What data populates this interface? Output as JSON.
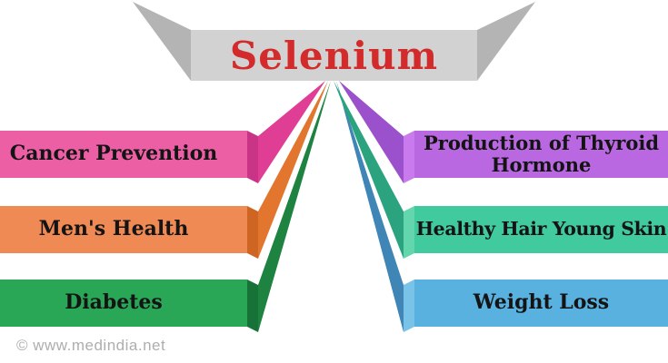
{
  "title": {
    "text": "Selenium",
    "color": "#d32b2b"
  },
  "banner": {
    "panel_color": "#d2d2d2",
    "wing_color": "#b4b4b4"
  },
  "label_text_color": "#141414",
  "watermark": {
    "text": "© www.medindia.net",
    "color": "#aeaeae"
  },
  "items": [
    {
      "label": "Cancer Prevention",
      "side": "left",
      "row": 0,
      "color": "#ed5fa4",
      "ray_color": "#e03d95",
      "cap_color": "#c93486"
    },
    {
      "label": "Men's Health",
      "side": "left",
      "row": 1,
      "color": "#ef8a55",
      "ray_color": "#e2762e",
      "cap_color": "#cf6523"
    },
    {
      "label": "Diabetes",
      "side": "left",
      "row": 2,
      "color": "#2aa657",
      "ray_color": "#1e8241",
      "cap_color": "#177238"
    },
    {
      "label": "Production of Thyroid Hormone",
      "side": "right",
      "row": 0,
      "color": "#b968e2",
      "ray_color": "#9b51cc",
      "cap_color": "#c97bed"
    },
    {
      "label": "Healthy Hair Young Skin",
      "side": "right",
      "row": 1,
      "color": "#41ca9d",
      "ray_color": "#2aa37e",
      "cap_color": "#63d6ae"
    },
    {
      "label": "Weight Loss",
      "side": "right",
      "row": 2,
      "color": "#58b1df",
      "ray_color": "#3f85b5",
      "cap_color": "#79c2e8"
    }
  ]
}
